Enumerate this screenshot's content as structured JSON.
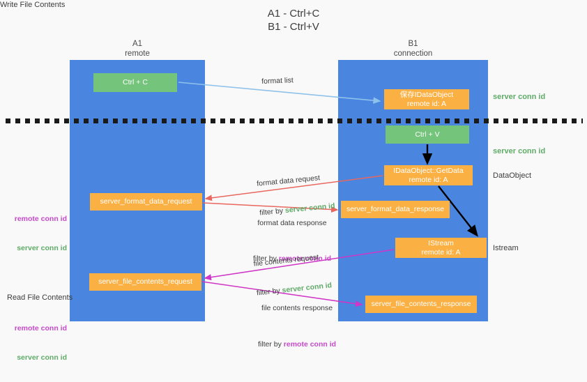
{
  "title": "A1 - Ctrl+C\nB1 - Ctrl+V",
  "lanes": [
    {
      "id": "a1",
      "name": "A1",
      "sub": "remote",
      "header": "A1\nremote",
      "color": "#4a86e0"
    },
    {
      "id": "b1",
      "name": "B1",
      "sub": "connection",
      "header": "B1\nconnection",
      "color": "#4a86e0"
    }
  ],
  "nodes": {
    "ctrl_c": {
      "label": "Ctrl + C",
      "color": "#74c47c",
      "lane": "a1"
    },
    "save_dataobject": {
      "label": "保存IDataObject\nremote id: A",
      "color": "#fbb044",
      "lane": "b1"
    },
    "ctrl_v": {
      "label": "Ctrl + V",
      "color": "#74c47c",
      "lane": "b1"
    },
    "getdata": {
      "label": "IDataObject::GetData\nremote id: A",
      "color": "#fbb044",
      "lane": "b1"
    },
    "server_format_data_request": {
      "label": "server_format_data_request",
      "color": "#fbb044",
      "lane": "a1"
    },
    "server_format_data_response": {
      "label": "server_format_data_response",
      "color": "#fbb044",
      "lane": "b1"
    },
    "istream": {
      "label": "IStream\nremote id: A",
      "color": "#fbb044",
      "lane": "b1"
    },
    "server_file_contents_request": {
      "label": "server_file_contents_request",
      "color": "#fbb044",
      "lane": "a1"
    },
    "server_file_contents_response": {
      "label": "server_file_contents_response",
      "color": "#fbb044",
      "lane": "b1"
    }
  },
  "edges": {
    "format_list": {
      "label": "format list",
      "color": "#8fc2ea"
    },
    "format_data_request": {
      "line1": "format data request",
      "line2_prefix": "filter by ",
      "line2_key": "server conn id",
      "color": "#e8675f"
    },
    "format_data_response": {
      "line1": "format data response",
      "line2_prefix": "filter by ",
      "line2_key": "remote conn id",
      "color": "#e8675f"
    },
    "file_contents_request": {
      "line1": "file contents request",
      "line2_prefix": "filter by ",
      "line2_key": "server conn id",
      "color": "#cf35c6"
    },
    "file_contents_response": {
      "line1": "file contents response",
      "line2_prefix": "filter by ",
      "line2_key": "remote conn id",
      "color": "#cf35c6"
    }
  },
  "side_notes": {
    "server_conn_id_1": "server conn id",
    "server_conn_id_2": "server conn id",
    "dataobject": "DataObject",
    "istream": "Istream",
    "write_file_contents": "Write File Contents"
  },
  "left_notes": {
    "block1": {
      "remote": "remote conn id",
      "server": "server conn id"
    },
    "block2": {
      "heading": "Read File Contents",
      "remote": "remote conn id",
      "server": "server conn id"
    }
  },
  "colors": {
    "lane": "#4a86e0",
    "green_node": "#74c47c",
    "orange_node": "#fbb044",
    "green_text": "#5fab68",
    "magenta_text": "#c64ac9",
    "red_arrow": "#e8675f",
    "magenta_arrow": "#cf35c6",
    "blue_arrow": "#8fc2ea",
    "black_arrow": "#000000",
    "background": "#f9f9f9"
  }
}
